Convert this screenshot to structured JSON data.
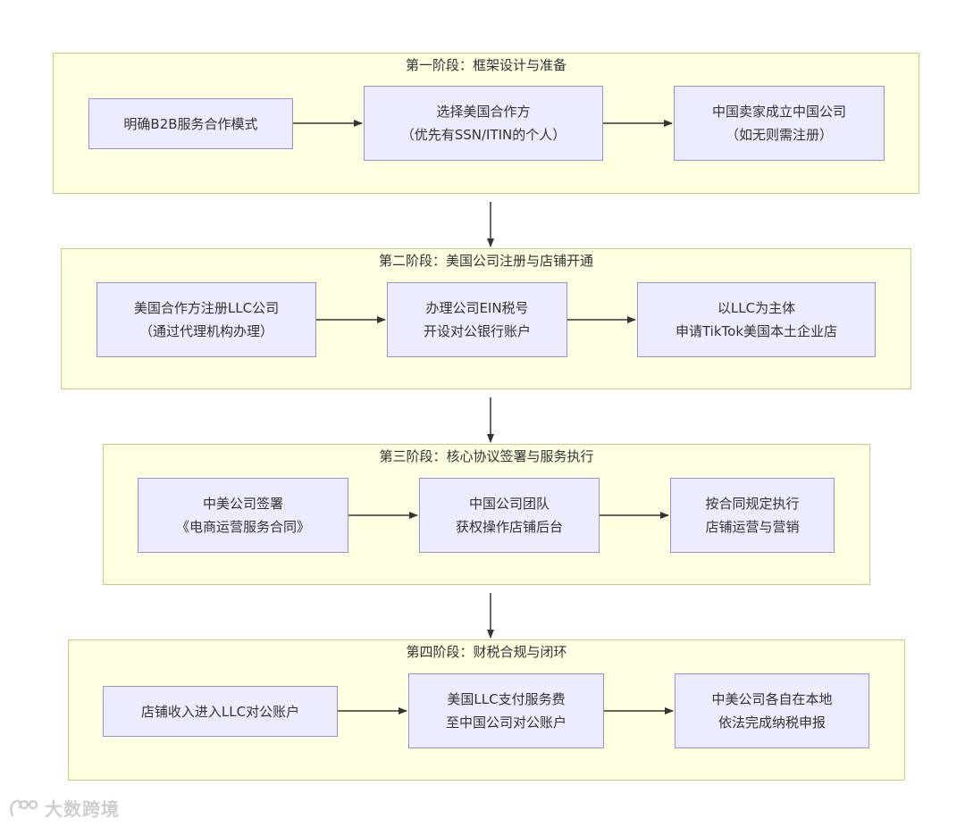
{
  "stages": [
    {
      "title": "第一阶段：框架设计与准备",
      "nodes": [
        {
          "lines": [
            "明确B2B服务合作模式"
          ]
        },
        {
          "lines": [
            "选择美国合作方",
            "（优先有SSN/ITIN的个人）"
          ]
        },
        {
          "lines": [
            "中国卖家成立中国公司",
            "（如无则需注册）"
          ]
        }
      ]
    },
    {
      "title": "第二阶段：美国公司注册与店铺开通",
      "nodes": [
        {
          "lines": [
            "美国合作方注册LLC公司",
            "（通过代理机构办理）"
          ]
        },
        {
          "lines": [
            "办理公司EIN税号",
            "开设对公银行账户"
          ]
        },
        {
          "lines": [
            "以LLC为主体",
            "申请TikTok美国本土企业店"
          ]
        }
      ]
    },
    {
      "title": "第三阶段：核心协议签署与服务执行",
      "nodes": [
        {
          "lines": [
            "中美公司签署",
            "《电商运营服务合同》"
          ]
        },
        {
          "lines": [
            "中国公司团队",
            "获权操作店铺后台"
          ]
        },
        {
          "lines": [
            "按合同规定执行",
            "店铺运营与营销"
          ]
        }
      ]
    },
    {
      "title": "第四阶段：财税合规与闭环",
      "nodes": [
        {
          "lines": [
            "店铺收入进入LLC对公账户"
          ]
        },
        {
          "lines": [
            "美国LLC支付服务费",
            "至中国公司对公账户"
          ]
        },
        {
          "lines": [
            "中美公司各自在本地",
            "依法完成纳税申报"
          ]
        }
      ]
    }
  ],
  "watermark": "大数跨境",
  "colors": {
    "stage_fill": "#fefee0",
    "stage_border": "#c9c98a",
    "node_fill": "#ececff",
    "node_border": "#9b8fd0",
    "edge": "#333333"
  }
}
